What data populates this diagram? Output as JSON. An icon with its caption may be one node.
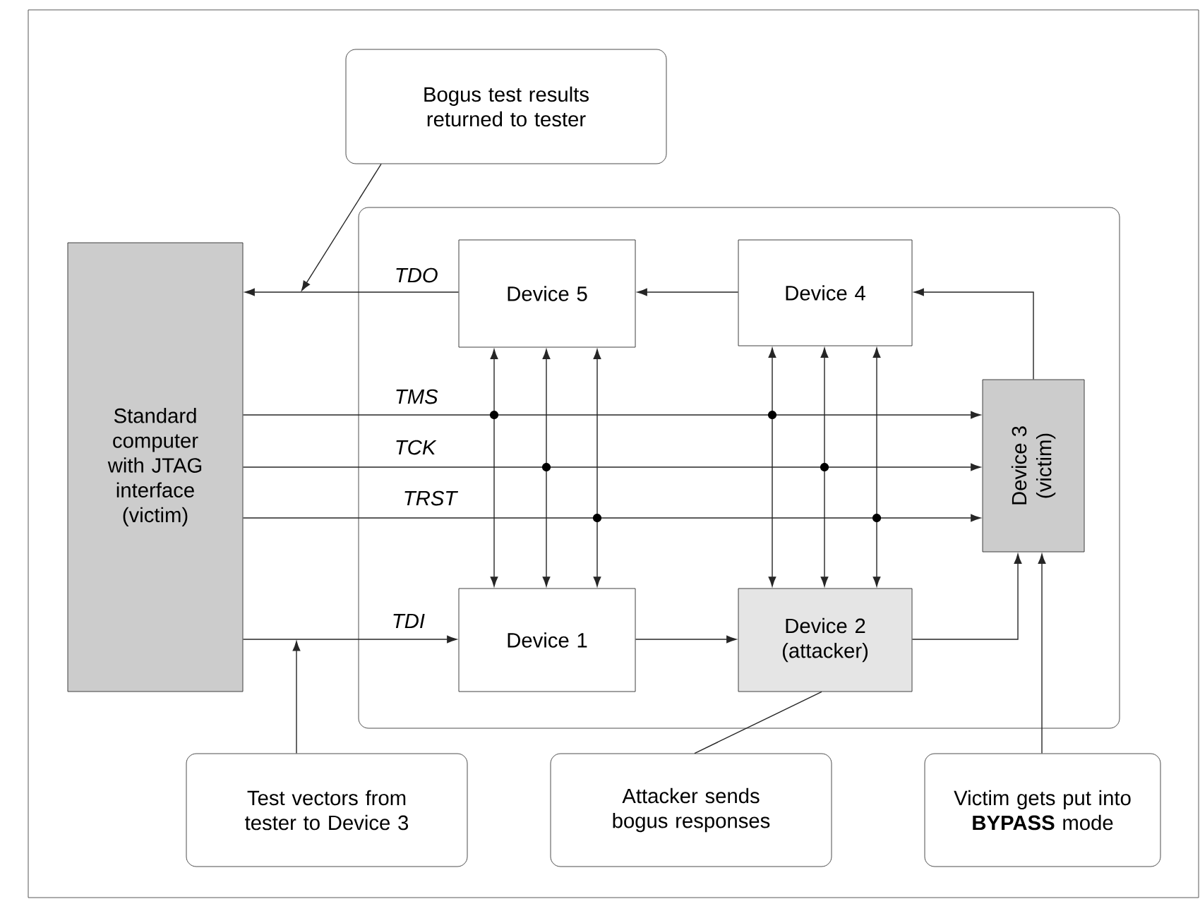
{
  "diagram": {
    "nodes": [
      {
        "text": [
          "Bogus test results returned to tester"
        ]
      },
      {
        "text": [
          "Standard computer with JTAG interface (victim)"
        ]
      },
      {
        "text": [],
        "shape": "box"
      },
      {
        "text": [
          "Device 5"
        ],
        "in": 2
      },
      {
        "text": [
          "Device 4"
        ],
        "in": 2
      },
      {
        "text": [
          "Device 3 (victim)"
        ],
        "in": 2
      },
      {
        "text": [
          "Device 1"
        ],
        "in": 2
      },
      {
        "text": [
          "Device 2 (attacker)"
        ],
        "in": 2
      },
      {
        "text": [
          "Test vectors from tester to Device 3"
        ]
      },
      {
        "text": [
          "Attacker sends bogus responses"
        ]
      },
      {
        "text": [
          "Victim gets put into **BYPASS** mode"
        ]
      }
    ],
    "edges": [
      {
        "from": 3,
        "to": 1,
        "arrow": "to",
        "label": "TDO"
      },
      {
        "from": 1,
        "to": 5,
        "arrow": "to",
        "label": "TMS"
      },
      {
        "from": 1,
        "to": 5,
        "arrow": "to",
        "label": "TCK"
      },
      {
        "from": 1,
        "to": 5,
        "arrow": "to",
        "label": "TRST"
      },
      {
        "from": 3,
        "to": 6,
        "arrow": "both"
      },
      {
        "from": 3,
        "to": 6,
        "arrow": "both"
      },
      {
        "from": 3,
        "to": 6,
        "arrow": "both"
      },
      {
        "from": 4,
        "to": 7,
        "arrow": "both"
      },
      {
        "from": 4,
        "to": 7,
        "arrow": "both"
      },
      {
        "from": 4,
        "to": 7,
        "arrow": "both"
      },
      {
        "from": 1,
        "to": 6,
        "arrow": "to",
        "label": "TDI"
      },
      {
        "from": 6,
        "to": 7,
        "arrow": "to"
      },
      {
        "from": 7,
        "to": 5,
        "arrow": "to"
      },
      {
        "from": 5,
        "to": 4,
        "arrow": "to"
      },
      {
        "from": 4,
        "to": 3,
        "arrow": "to"
      },
      {
        "from": 0,
        "to": null,
        "arrow": "to"
      },
      {
        "from": 8,
        "to": null,
        "arrow": "to"
      },
      {
        "from": 9,
        "to": 7,
        "arrow": "none"
      },
      {
        "from": 10,
        "to": 5,
        "arrow": "to"
      }
    ]
  }
}
